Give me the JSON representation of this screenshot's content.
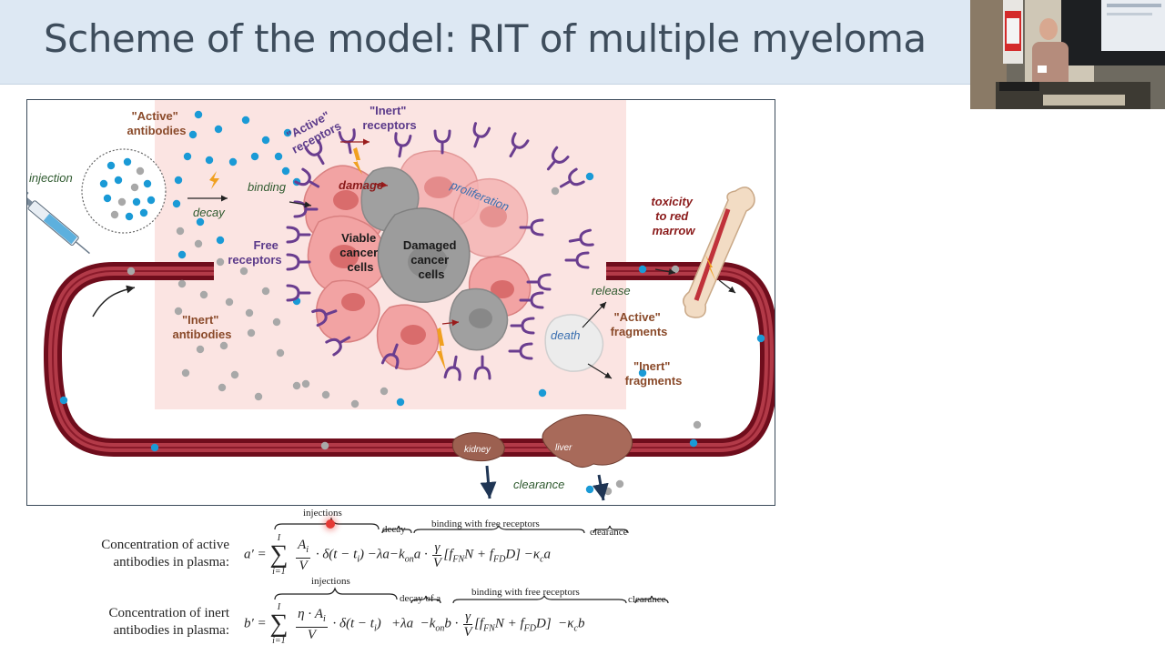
{
  "slide": {
    "title": "Scheme of the model: RIT of multiple myeloma"
  },
  "diagram": {
    "labels": {
      "active_antibodies": [
        "\"Active\"",
        "antibodies"
      ],
      "injection": "injection",
      "decay": "decay",
      "binding": "binding",
      "active_receptors": [
        "\"Active\"",
        "receptors"
      ],
      "inert_receptors": [
        "\"Inert\"",
        "receptors"
      ],
      "damage": "damage",
      "proliferation": "proliferation",
      "free_receptors": [
        "Free",
        "receptors"
      ],
      "viable_cells": [
        "Viable",
        "cancer",
        "cells"
      ],
      "damaged_cells": [
        "Damaged",
        "cancer",
        "cells"
      ],
      "inert_antibodies": [
        "\"Inert\"",
        "antibodies"
      ],
      "toxicity": [
        "toxicity",
        "to red",
        "marrow"
      ],
      "release": "release",
      "active_fragments": [
        "\"Active\"",
        "fragments"
      ],
      "death": "death",
      "inert_fragments": [
        "\"Inert\"",
        "fragments"
      ],
      "kidney": "kidney",
      "liver": "liver",
      "clearance": "clearance"
    },
    "colors": {
      "vessel": "#7a1020",
      "vessel_inner": "#b23a48",
      "tumor_bg": "#fbe4e2",
      "active_dot": "#1a9ad6",
      "inert_dot": "#a8a8a8",
      "receptor": "#6a3d8f",
      "viable_cell": "#f4a6a6",
      "damaged_cell": "#9c9c9c",
      "label_brown": "#8a4a2a",
      "label_green": "#3b6b2a",
      "label_purple": "#5b3a8a",
      "label_dark_red": "#8a1a1a"
    }
  },
  "equations": {
    "eq1": {
      "label": [
        "Concentration of active",
        "antibodies in plasma:"
      ],
      "lhs": "a′ =",
      "sum_upper": "I",
      "sum_lower": "i=1",
      "term_num": "A",
      "term_num_sub": "i",
      "term_den": "V",
      "delta": "· δ(t − t",
      "delta_sub": "i",
      "delta_end": ")",
      "decay_term": "−λa",
      "binding_pre": "−k",
      "binding_sub": "on",
      "binding_mid": "a ·",
      "gamma": "γ",
      "binding_post": "[f",
      "fn_sub": "FN",
      "n_term": "N + f",
      "fd_sub": "FD",
      "d_term": "D]",
      "clear_pre": "−κ",
      "clear_sub": "c",
      "clear_post": "a",
      "ann_injections": "injections",
      "ann_decay": "decay",
      "ann_binding": "binding with free receptors",
      "ann_clearance": "clearance"
    },
    "eq2": {
      "label": [
        "Concentration of inert",
        "antibodies in plasma:"
      ],
      "lhs": "b′ =",
      "sum_upper": "I",
      "sum_lower": "i=1",
      "term_num": "η · A",
      "term_num_sub": "i",
      "term_den": "V",
      "delta": "· δ(t − t",
      "delta_sub": "i",
      "delta_end": ")",
      "decay_term": "+λa",
      "binding_pre": "−k",
      "binding_sub": "on",
      "binding_mid": "b ·",
      "gamma": "γ",
      "binding_post": "[f",
      "fn_sub": "FN",
      "n_term": "N + f",
      "fd_sub": "FD",
      "d_term": "D]",
      "clear_pre": "−κ",
      "clear_sub": "c",
      "clear_post": "b",
      "ann_injections": "injections",
      "ann_decay": "decay of a",
      "ann_binding": "binding with free receptors",
      "ann_clearance": "clearance"
    }
  }
}
